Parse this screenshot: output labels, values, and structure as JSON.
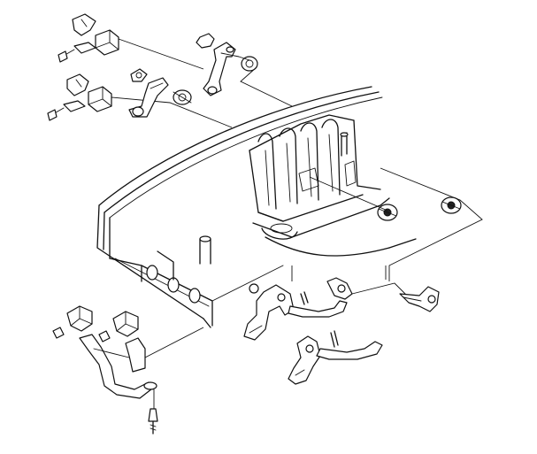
{
  "diagram": {
    "kind": "exploded-parts-view",
    "colors": {
      "line": "#111111",
      "background": "#ffffff"
    },
    "parts": [
      "upper-cable-clip",
      "upper-cable-end",
      "upper-bushing-pair",
      "upper-lever-arm",
      "lower-cable-clip",
      "lower-cable-end",
      "lower-bracket",
      "lower-bushing",
      "housing-bushing-center",
      "housing-bushing-right",
      "left-mount-clips",
      "left-mount-bracket",
      "mount-bolt",
      "selector-lever",
      "shift-link-rod",
      "right-link-arm",
      "lower-link-rod"
    ]
  }
}
